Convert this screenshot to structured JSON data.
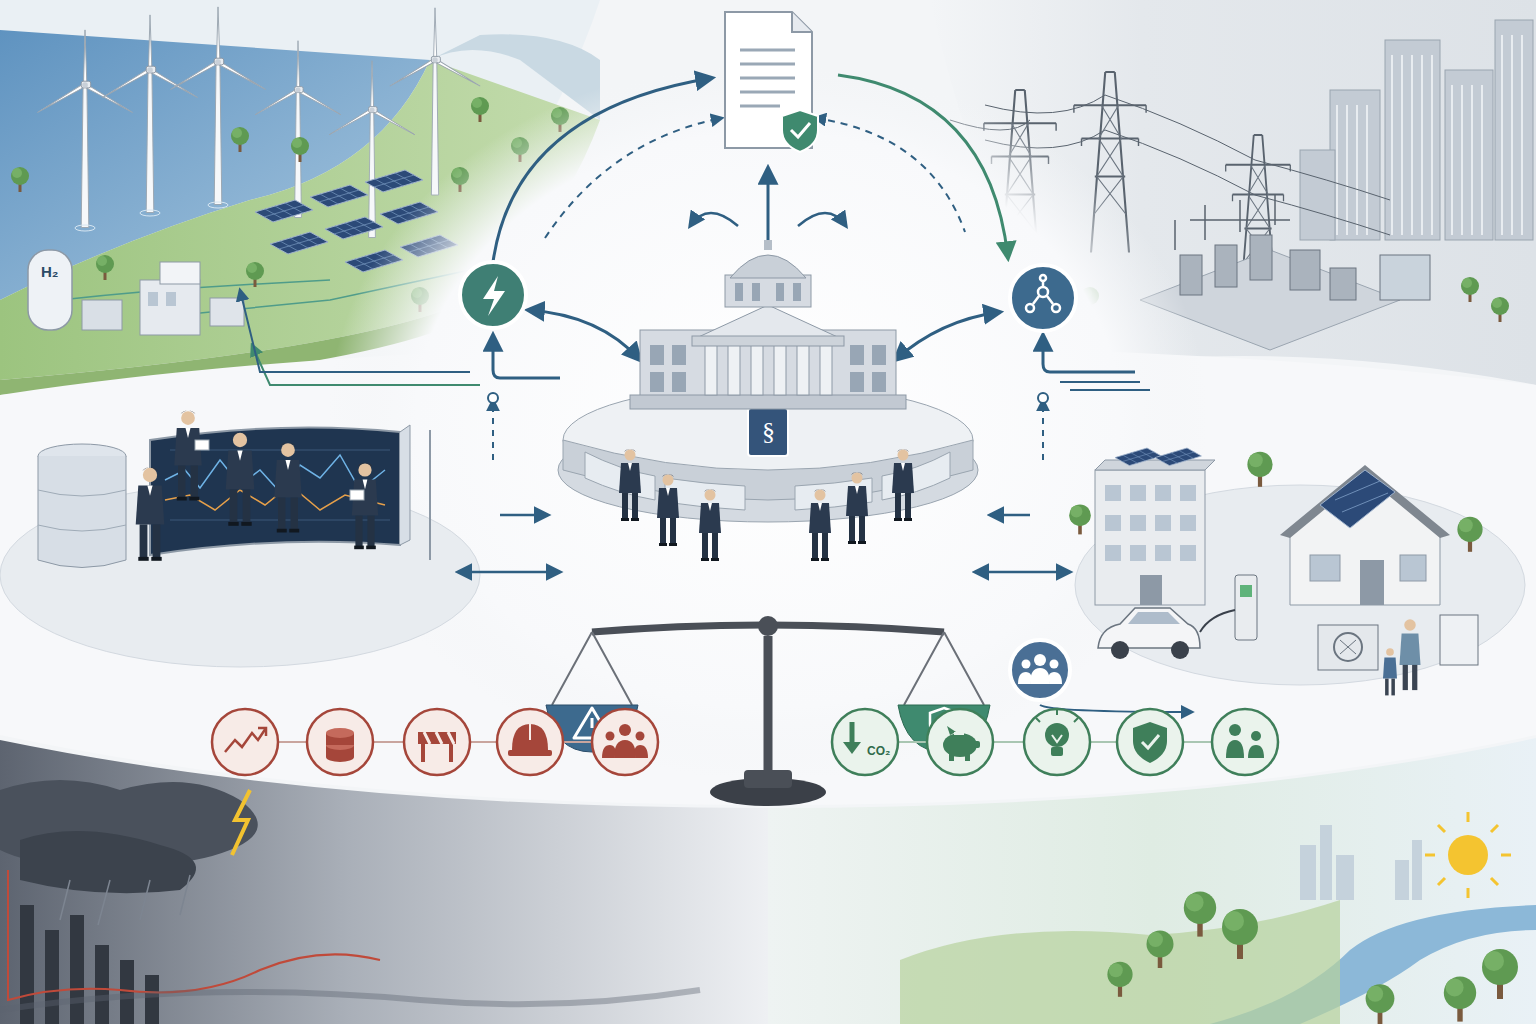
{
  "diagram": {
    "labels": [
      "H₂",
      "§",
      "CO₂"
    ]
  }
}
